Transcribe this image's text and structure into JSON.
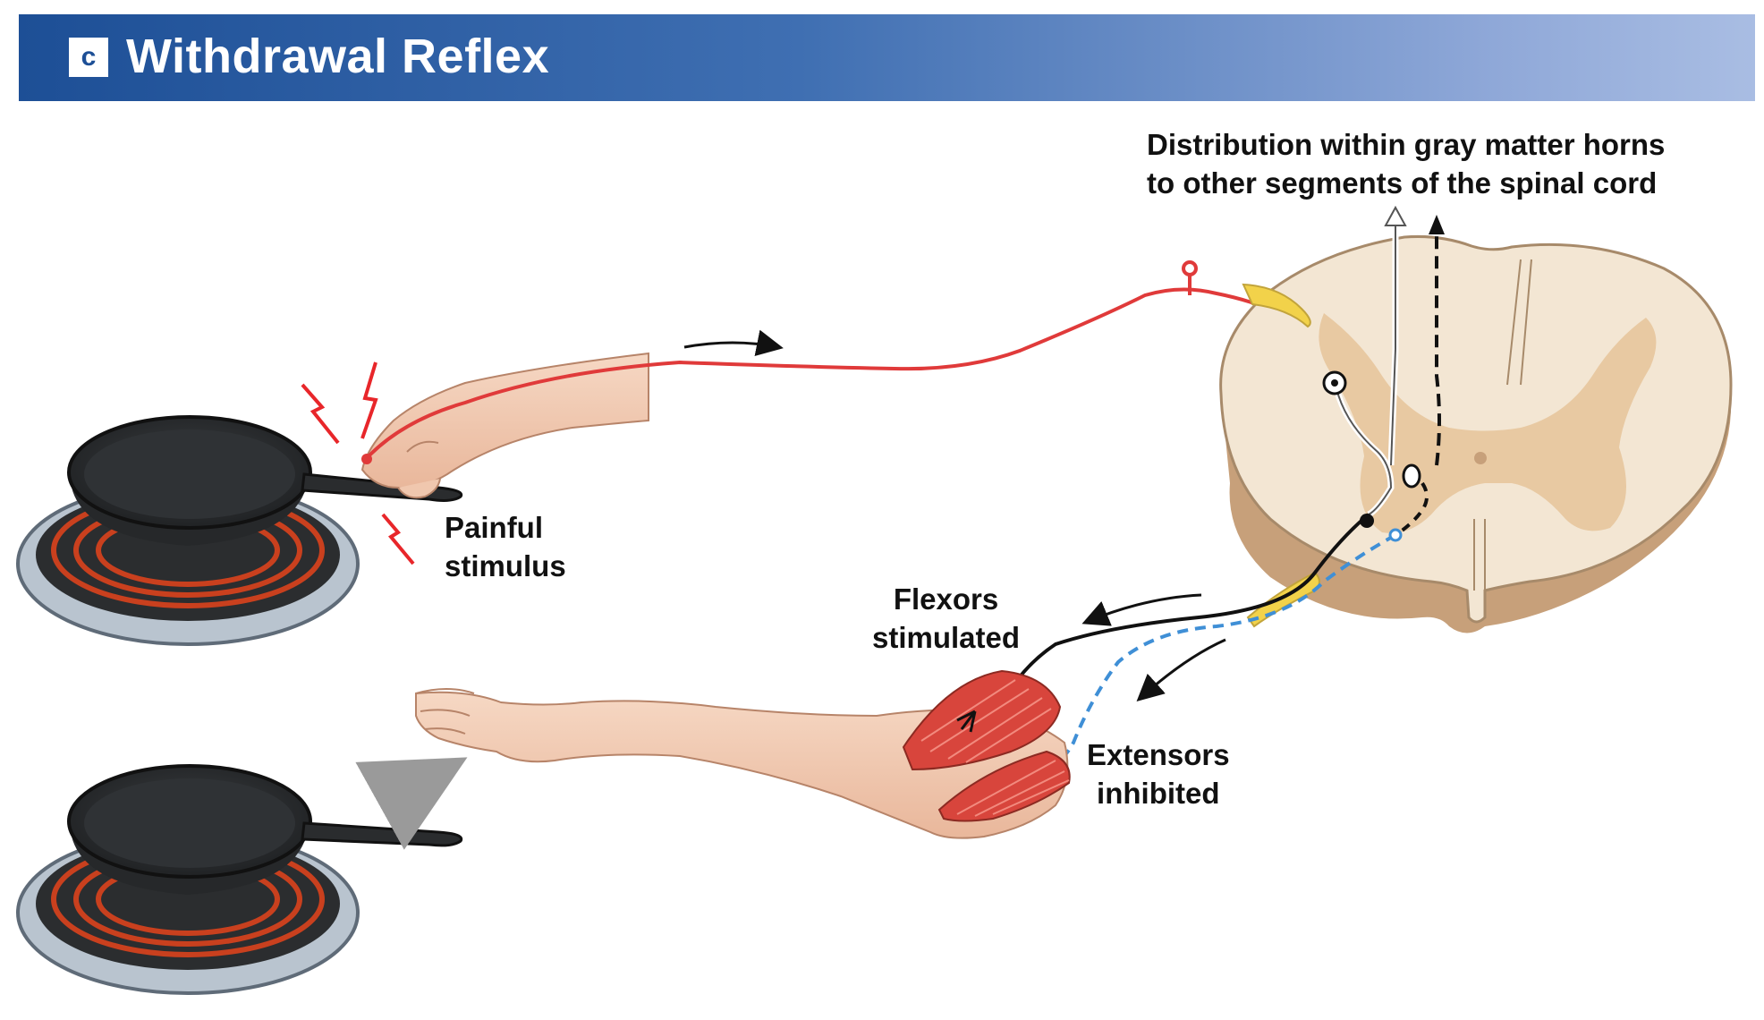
{
  "header": {
    "badge": "c",
    "title": "Withdrawal Reflex"
  },
  "labels": {
    "distribution_line1": "Distribution within gray matter horns",
    "distribution_line2": "to other segments of the spinal cord",
    "painful_line1": "Painful",
    "painful_line2": "stimulus",
    "flexors_line1": "Flexors",
    "flexors_line2": "stimulated",
    "extensors_line1": "Extensors",
    "extensors_line2": "inhibited"
  },
  "colors": {
    "banner": "#1d4f96",
    "sensory_neuron": "#e03a3a",
    "motor_neuron": "#111111",
    "inhibitory_pathway": "#3f8fd6",
    "spinal_white_matter": "#f3e6d3",
    "spinal_gray_matter": "#e8c9a2",
    "stimulus_bolt": "#e8262a",
    "burner_coil": "#c9401e",
    "muscle": "#d8453c"
  }
}
